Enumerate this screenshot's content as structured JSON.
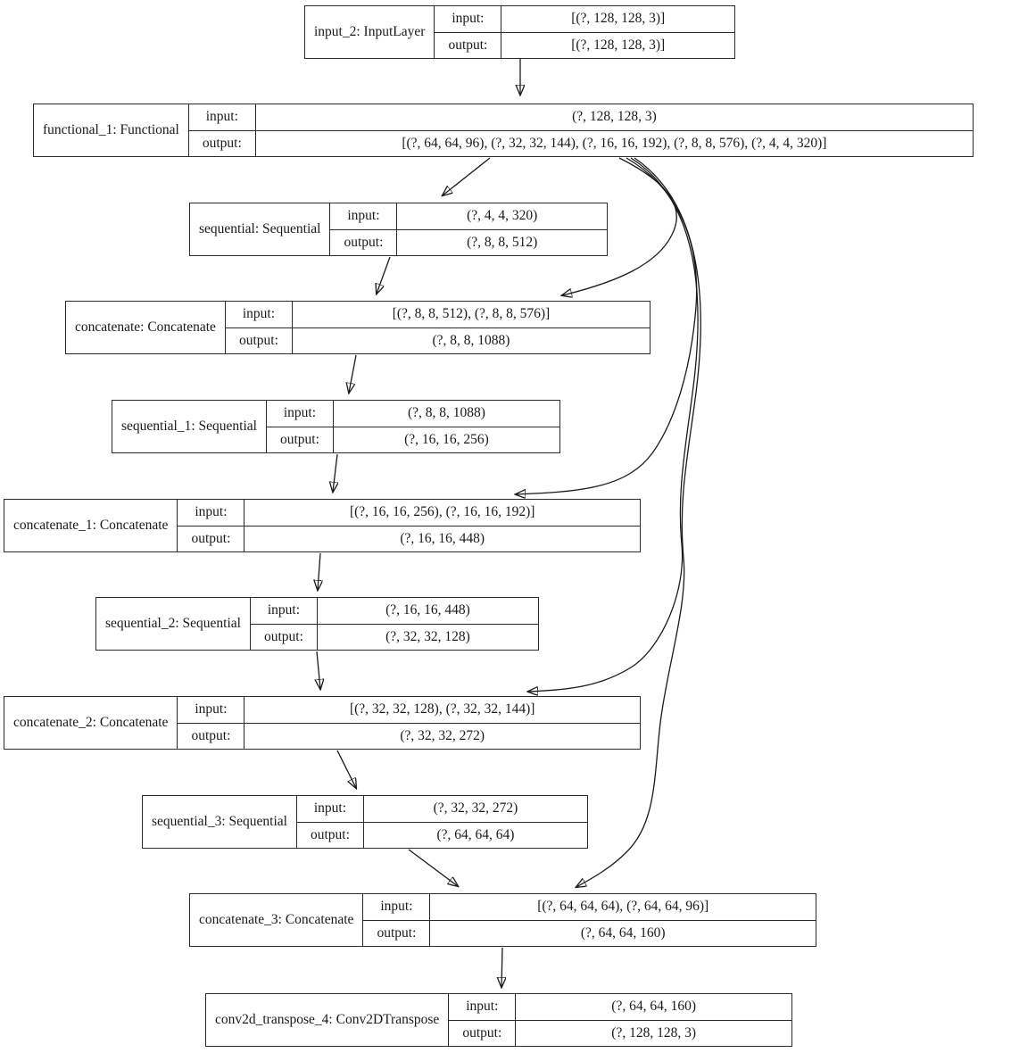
{
  "diagram": {
    "type": "keras-model-plot",
    "background_color": "#ffffff",
    "line_color": "#1a1a1a",
    "labels": {
      "input": "input:",
      "output": "output:"
    },
    "nodes": [
      {
        "id": "input_2",
        "title": "input_2: InputLayer",
        "input": "[(?, 128, 128, 3)]",
        "output": "[(?, 128, 128, 3)]"
      },
      {
        "id": "functional_1",
        "title": "functional_1: Functional",
        "input": "(?, 128, 128, 3)",
        "output": "[(?, 64, 64, 96), (?, 32, 32, 144), (?, 16, 16, 192), (?, 8, 8, 576), (?, 4, 4, 320)]"
      },
      {
        "id": "sequential",
        "title": "sequential: Sequential",
        "input": "(?, 4, 4, 320)",
        "output": "(?, 8, 8, 512)"
      },
      {
        "id": "concatenate",
        "title": "concatenate: Concatenate",
        "input": "[(?, 8, 8, 512), (?, 8, 8, 576)]",
        "output": "(?, 8, 8, 1088)"
      },
      {
        "id": "sequential_1",
        "title": "sequential_1: Sequential",
        "input": "(?, 8, 8, 1088)",
        "output": "(?, 16, 16, 256)"
      },
      {
        "id": "concatenate_1",
        "title": "concatenate_1: Concatenate",
        "input": "[(?, 16, 16, 256), (?, 16, 16, 192)]",
        "output": "(?, 16, 16, 448)"
      },
      {
        "id": "sequential_2",
        "title": "sequential_2: Sequential",
        "input": "(?, 16, 16, 448)",
        "output": "(?, 32, 32, 128)"
      },
      {
        "id": "concatenate_2",
        "title": "concatenate_2: Concatenate",
        "input": "[(?, 32, 32, 128), (?, 32, 32, 144)]",
        "output": "(?, 32, 32, 272)"
      },
      {
        "id": "sequential_3",
        "title": "sequential_3: Sequential",
        "input": "(?, 32, 32, 272)",
        "output": "(?, 64, 64, 64)"
      },
      {
        "id": "concatenate_3",
        "title": "concatenate_3: Concatenate",
        "input": "[(?, 64, 64, 64), (?, 64, 64, 96)]",
        "output": "(?, 64, 64, 160)"
      },
      {
        "id": "conv2d_transpose_4",
        "title": "conv2d_transpose_4: Conv2DTranspose",
        "input": "(?, 64, 64, 160)",
        "output": "(?, 128, 128, 3)"
      }
    ],
    "edges": [
      {
        "from": "input_2",
        "to": "functional_1"
      },
      {
        "from": "functional_1",
        "to": "sequential"
      },
      {
        "from": "functional_1",
        "to": "concatenate"
      },
      {
        "from": "functional_1",
        "to": "concatenate_1"
      },
      {
        "from": "functional_1",
        "to": "concatenate_2"
      },
      {
        "from": "functional_1",
        "to": "concatenate_3"
      },
      {
        "from": "sequential",
        "to": "concatenate"
      },
      {
        "from": "concatenate",
        "to": "sequential_1"
      },
      {
        "from": "sequential_1",
        "to": "concatenate_1"
      },
      {
        "from": "concatenate_1",
        "to": "sequential_2"
      },
      {
        "from": "sequential_2",
        "to": "concatenate_2"
      },
      {
        "from": "concatenate_2",
        "to": "sequential_3"
      },
      {
        "from": "sequential_3",
        "to": "concatenate_3"
      },
      {
        "from": "concatenate_3",
        "to": "conv2d_transpose_4"
      }
    ]
  }
}
